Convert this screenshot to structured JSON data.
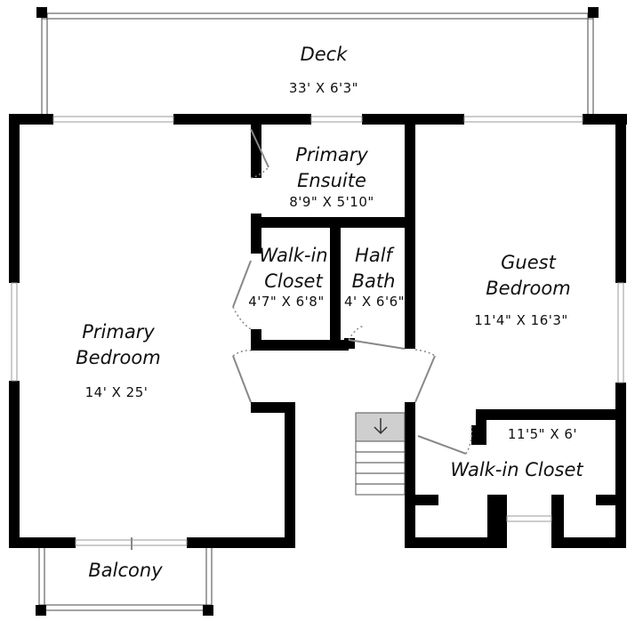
{
  "rooms": {
    "deck": {
      "name": "Deck",
      "dims": "33' X 6'3\""
    },
    "primary_ensuite": {
      "name_line1": "Primary",
      "name_line2": "Ensuite",
      "dims": "8'9\" X 5'10\""
    },
    "walk_in_closet_primary": {
      "name_line1": "Walk-in",
      "name_line2": "Closet",
      "dims": "4'7\" X 6'8\""
    },
    "half_bath": {
      "name_line1": "Half",
      "name_line2": "Bath",
      "dims": "4' X 6'6\""
    },
    "guest_bedroom": {
      "name_line1": "Guest",
      "name_line2": "Bedroom",
      "dims": "11'4\" X 16'3\""
    },
    "primary_bedroom": {
      "name_line1": "Primary",
      "name_line2": "Bedroom",
      "dims": "14' X 25'"
    },
    "walk_in_closet_guest": {
      "name": "Walk-in Closet",
      "dims": "11'5\" X 6'"
    },
    "balcony": {
      "name": "Balcony"
    }
  },
  "icons": {
    "stairs": "down-arrow-icon"
  }
}
